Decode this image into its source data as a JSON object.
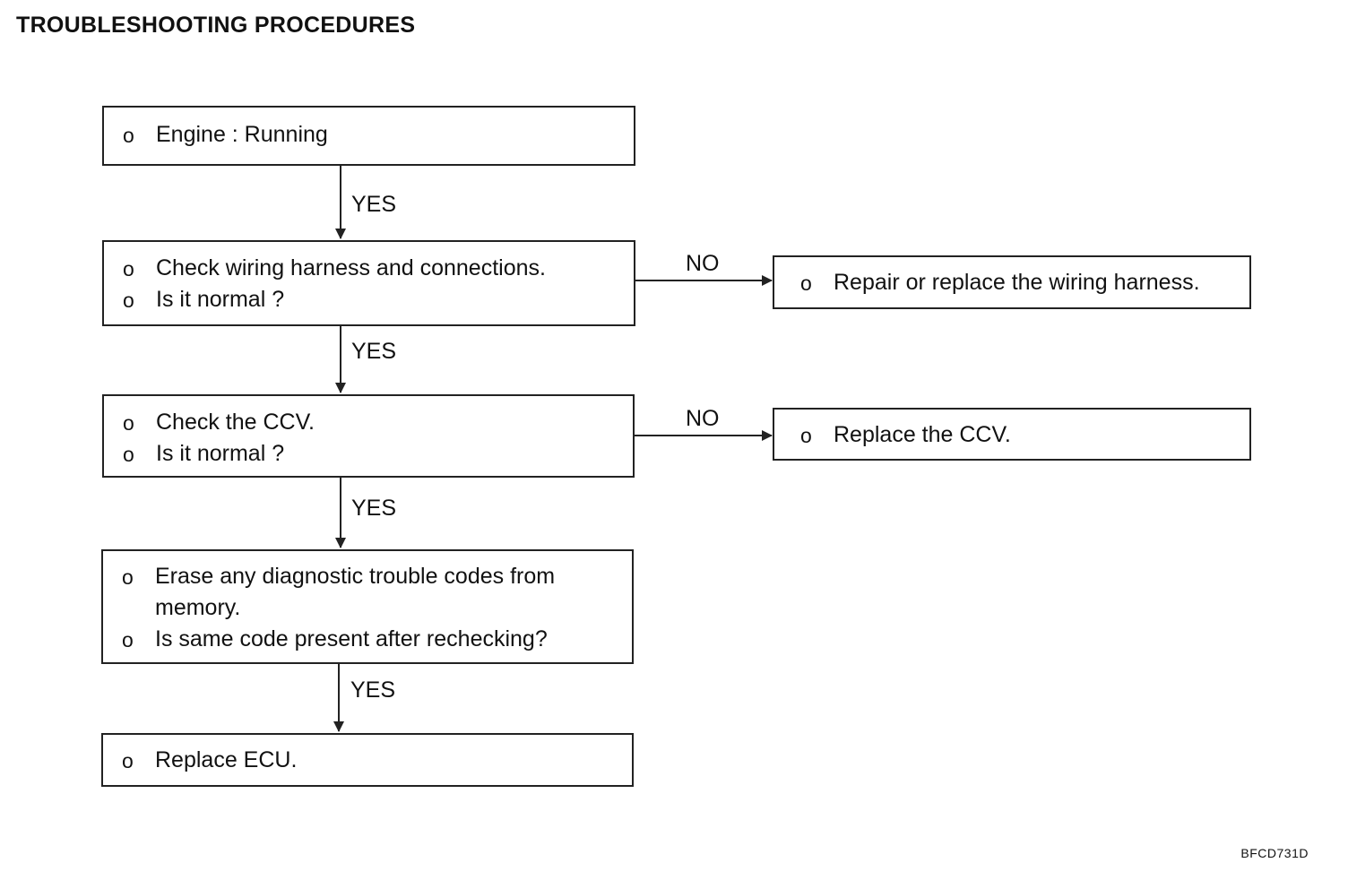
{
  "title": "TROUBLESHOOTING PROCEDURES",
  "figure_code": "BFCD731D",
  "bullet": "o",
  "steps": [
    {
      "lines": [
        "Engine : Running"
      ]
    },
    {
      "lines": [
        "Check wiring harness and connections.",
        "Is it normal ?"
      ]
    },
    {
      "lines": [
        "Check the CCV.",
        "Is it normal ?"
      ]
    },
    {
      "lines": [
        "Erase any diagnostic trouble codes from",
        "memory.",
        "Is same code present after rechecking?"
      ]
    },
    {
      "lines": [
        "Replace ECU."
      ]
    }
  ],
  "actions": [
    {
      "lines": [
        "Repair or replace the wiring harness."
      ]
    },
    {
      "lines": [
        "Replace the CCV."
      ]
    }
  ],
  "edges": {
    "yes_label": "YES",
    "no_label": "NO"
  }
}
